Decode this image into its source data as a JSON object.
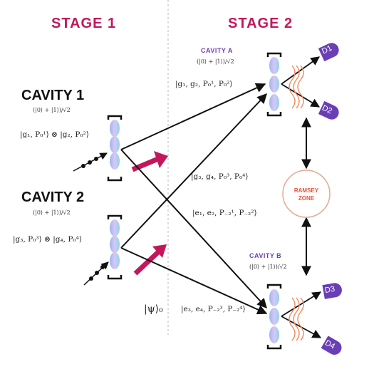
{
  "stages": {
    "stage1": "STAGE 1",
    "stage2": "STAGE 2"
  },
  "cavity1": {
    "title": "CAVITY 1",
    "superposition": "(|0⟩ + |1⟩)/√2",
    "state": "|g₁, P₀¹⟩ ⊗ |g₂, P₀²⟩"
  },
  "cavity2": {
    "title": "CAVITY 2",
    "superposition": "(|0⟩ + |1⟩)/√2",
    "state": "|g₃, P₀³⟩ ⊗ |g₄, P₀⁴⟩"
  },
  "cavityA": {
    "title": "CAVITY A",
    "superposition": "(|0⟩ + |1⟩)/√2",
    "state": "|g₁, g₂, P₀¹, P₀²⟩"
  },
  "cavityB": {
    "title": "CAVITY B",
    "superposition": "(|0⟩ + |1⟩)/√2",
    "state": "|e₃, e₄, P₋₂³, P₋₂⁴⟩"
  },
  "middle_states": {
    "upper": "|g₃, g₄, P₀³, P₀⁴⟩",
    "lower": "|e₁, e₂, P₋₂¹, P₋₂²⟩"
  },
  "psi_label": "|ψ⟩₀",
  "ramsey": {
    "line1": "RAMSEY",
    "line2": "ZONE"
  },
  "detectors": [
    "D1",
    "D2",
    "D3",
    "D4"
  ],
  "colors": {
    "stage": "#c2185b",
    "cavity_small": "#6a3fb5",
    "detector": "#6a3fb5",
    "pump_arrow": "#c2185b",
    "ramsey": "#e8543a",
    "wave": "#f08a5d"
  }
}
